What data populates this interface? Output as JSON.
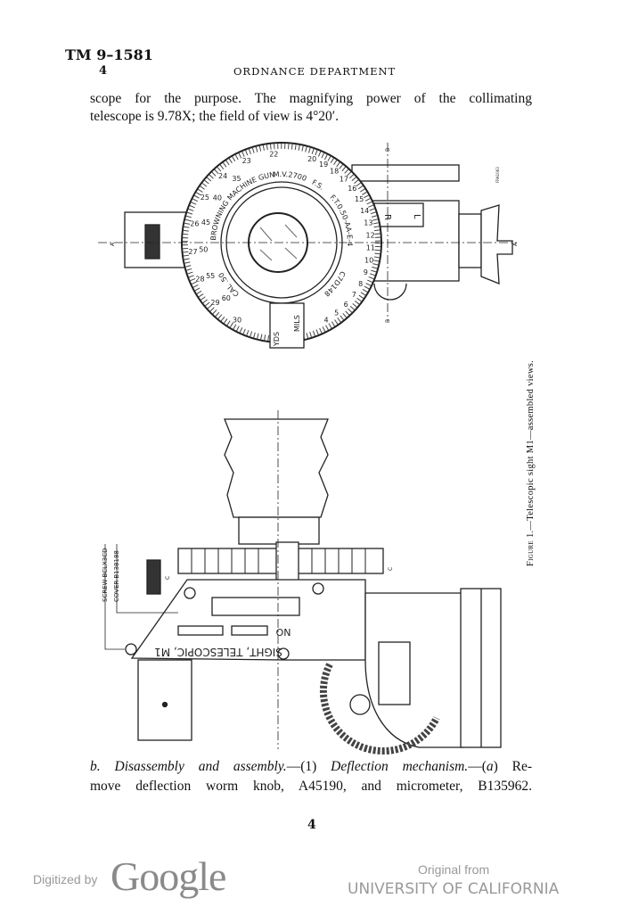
{
  "header": {
    "doc_id": "TM 9–1581",
    "page_number": "4",
    "department": "ORDNANCE DEPARTMENT"
  },
  "body": {
    "lines": [
      "scope for the purpose.  The magnifying power of the collimating",
      "telescope is 9.78X; the field of view is 4°20′."
    ]
  },
  "figure": {
    "caption_prefix": "Figure 1.",
    "caption_text": "—Telescopic sight M1—assembled views.",
    "labels": {
      "fs": "F.S.",
      "ft": "F.T.0.50-AA-E-4",
      "mv": "M.V.2700",
      "gun": "BROWNING MACHINE GUN",
      "cal": "CAL .50",
      "code": "C7D148",
      "yds": "YDS",
      "mils": "MILS",
      "r": "R",
      "l": "L",
      "section_a": "A",
      "section_b": "B",
      "section_c": "C",
      "fra": "FRA1063",
      "screw": "SCREW-BCLX3CD",
      "cover": "COVER-B138188",
      "plate_no": "NO",
      "plate_name": "SIGHT, TELESCOPIC, M1"
    },
    "dial_yards": [
      "22",
      "23",
      "24",
      "25",
      "26",
      "27",
      "28",
      "29",
      "30"
    ],
    "dial_inner": [
      "35",
      "40",
      "45",
      "50",
      "55",
      "60"
    ],
    "dial_mils": [
      "20",
      "19",
      "18",
      "17",
      "16",
      "15",
      "14",
      "13",
      "12",
      "11",
      "10",
      "9",
      "8",
      "7",
      "6",
      "5",
      "4"
    ]
  },
  "paragraph": {
    "line1_parts": [
      "b. ",
      "Disassembly and assembly.",
      "—(1) ",
      "Deflection mechanism.",
      "—(",
      "a",
      ") Re-"
    ],
    "line2": "move deflection worm knob, A45190, and micrometer, B135962."
  },
  "page_footer_number": "4",
  "footer": {
    "digitized_by": "Digitized by",
    "google": "Google",
    "original_from": "Original from",
    "university": "UNIVERSITY OF CALIFORNIA"
  }
}
